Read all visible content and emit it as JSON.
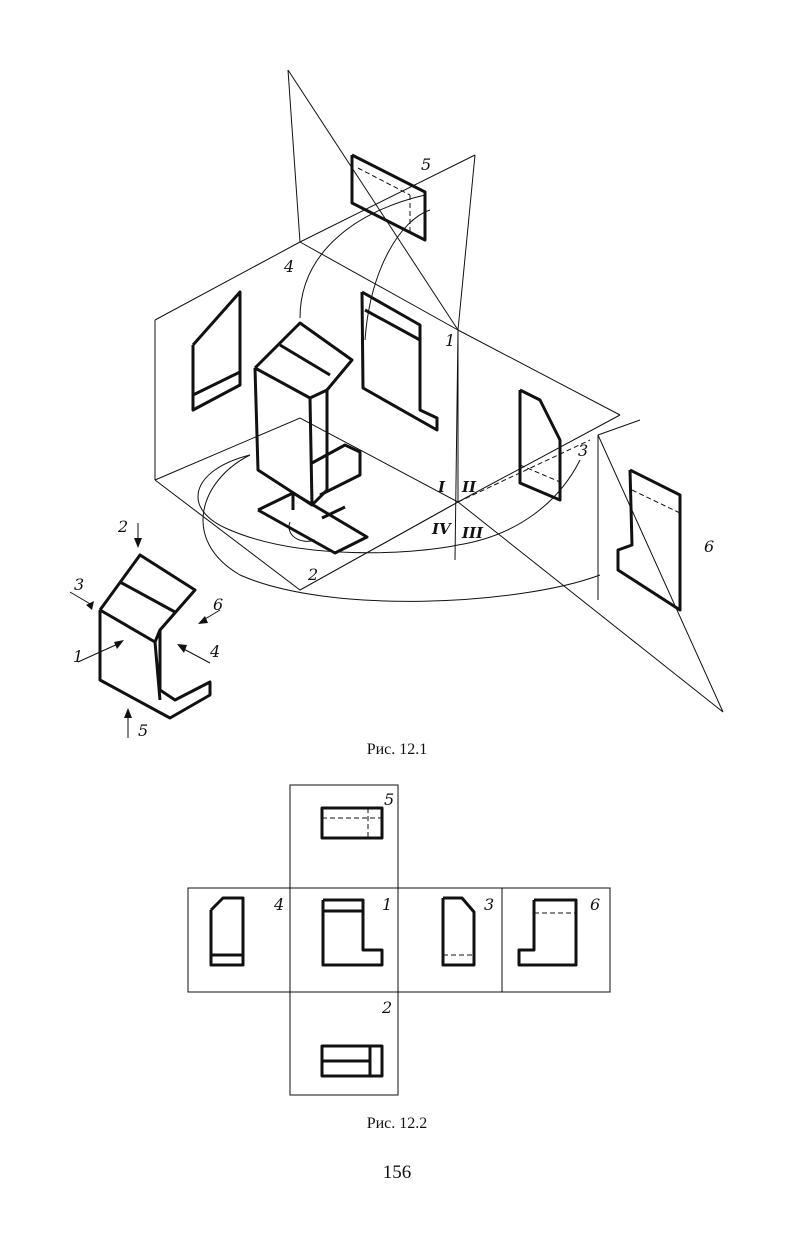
{
  "figure1": {
    "caption": "Рис. 12.1",
    "plane_labels": [
      "1",
      "2",
      "3",
      "4",
      "5",
      "6"
    ],
    "quadrant_labels": [
      "I",
      "II",
      "III",
      "IV"
    ],
    "direction_labels": [
      "1",
      "2",
      "3",
      "4",
      "5",
      "6"
    ]
  },
  "figure2": {
    "caption": "Рис. 12.2",
    "view_labels": [
      "5",
      "4",
      "1",
      "3",
      "6",
      "2"
    ]
  },
  "page_number": "156"
}
